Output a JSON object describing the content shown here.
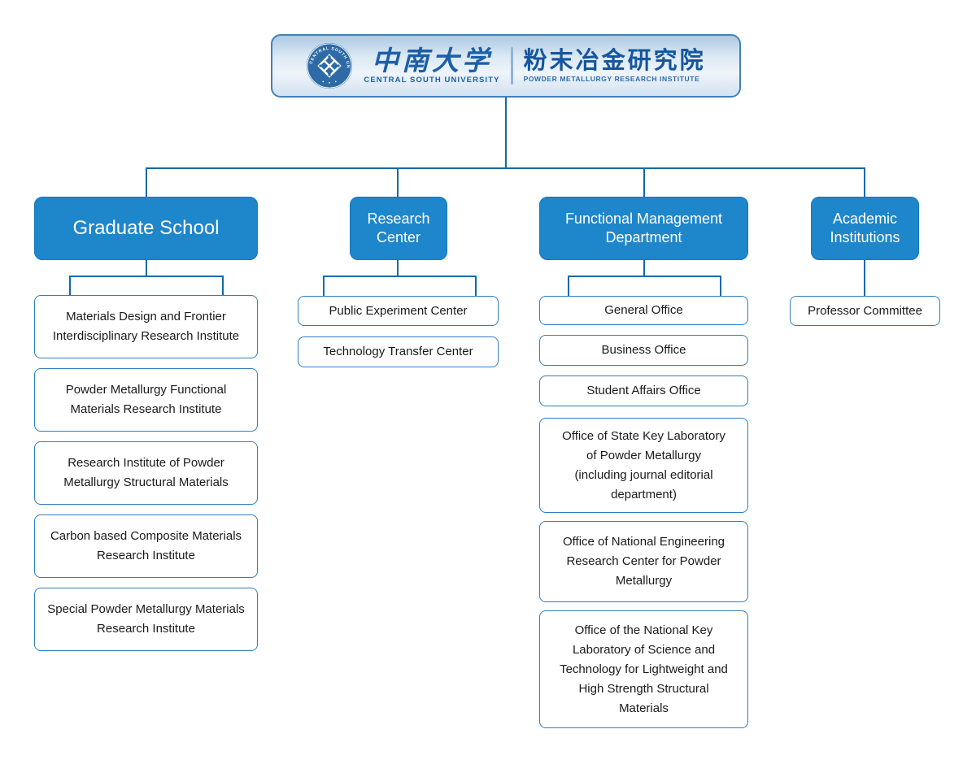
{
  "header": {
    "logo": "csu-seal-icon",
    "university_zh": "中南大学",
    "university_en": "CENTRAL SOUTH UNIVERSITY",
    "institute_zh": "粉末冶金研究院",
    "institute_en": "POWDER METALLURGY RESEARCH INSTITUTE"
  },
  "colors": {
    "node_fill_blue": "#1e86cb",
    "connector_blue": "#0e6aa8",
    "brand_blue": "#1c5fa8",
    "child_border_blue": "#2e7ec1",
    "header_border_blue": "#4281ba",
    "child_text": "#1a1a1a",
    "parent_text": "#ffffff"
  },
  "branches": [
    {
      "label": "Graduate School",
      "children": [
        "Materials Design and Frontier Interdisciplinary Research Institute",
        "Powder Metallurgy Functional Materials Research Institute",
        "Research Institute of Powder Metallurgy Structural Materials",
        "Carbon based Composite Materials Research Institute",
        "Special Powder Metallurgy Materials Research Institute"
      ]
    },
    {
      "label": "Research Center",
      "children": [
        "Public Experiment Center",
        "Technology Transfer Center"
      ]
    },
    {
      "label": "Functional Management Department",
      "children": [
        "General Office",
        "Business Office",
        "Student Affairs Office",
        "Office of State Key Laboratory of Powder Metallurgy (including journal editorial department)",
        "Office of National Engineering Research Center for Powder Metallurgy",
        "Office of the National Key Laboratory of Science and Technology for Lightweight and High Strength Structural Materials"
      ]
    },
    {
      "label": "Academic Institutions",
      "children": [
        "Professor Committee"
      ]
    }
  ]
}
